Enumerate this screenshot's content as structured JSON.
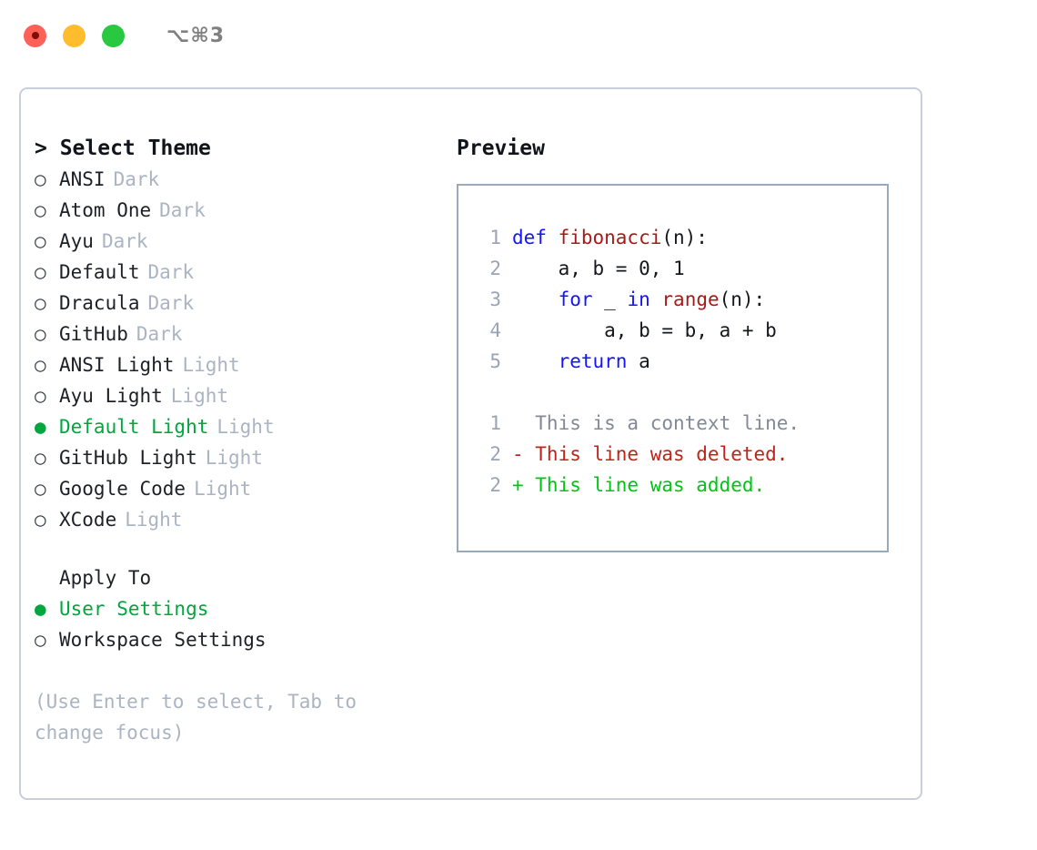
{
  "titlebar": {
    "shortcut": "⌥⌘3",
    "buttons": [
      "close",
      "minimize",
      "maximize"
    ]
  },
  "theme_picker": {
    "header": "> Select Theme",
    "items": [
      {
        "marker": "○",
        "label": "ANSI",
        "tag": "Dark",
        "selected": false
      },
      {
        "marker": "○",
        "label": "Atom One",
        "tag": "Dark",
        "selected": false
      },
      {
        "marker": "○",
        "label": "Ayu",
        "tag": "Dark",
        "selected": false
      },
      {
        "marker": "○",
        "label": "Default",
        "tag": "Dark",
        "selected": false
      },
      {
        "marker": "○",
        "label": "Dracula",
        "tag": "Dark",
        "selected": false
      },
      {
        "marker": "○",
        "label": "GitHub",
        "tag": "Dark",
        "selected": false
      },
      {
        "marker": "○",
        "label": "ANSI Light",
        "tag": "Light",
        "selected": false
      },
      {
        "marker": "○",
        "label": "Ayu Light",
        "tag": "Light",
        "selected": false
      },
      {
        "marker": "●",
        "label": "Default Light",
        "tag": "Light",
        "selected": true
      },
      {
        "marker": "○",
        "label": "GitHub Light",
        "tag": "Light",
        "selected": false
      },
      {
        "marker": "○",
        "label": "Google Code",
        "tag": "Light",
        "selected": false
      },
      {
        "marker": "○",
        "label": "XCode",
        "tag": "Light",
        "selected": false
      }
    ]
  },
  "apply_to": {
    "header": "Apply To",
    "items": [
      {
        "marker": "●",
        "label": "User Settings",
        "selected": true
      },
      {
        "marker": "○",
        "label": "Workspace Settings",
        "selected": false
      }
    ]
  },
  "hint": "(Use Enter to select, Tab to change focus)",
  "preview": {
    "title": "Preview",
    "code": [
      {
        "no": "1",
        "tokens": [
          {
            "t": "def ",
            "c": "kw"
          },
          {
            "t": "fibonacci",
            "c": "fn"
          },
          {
            "t": "(n):",
            "c": "plain"
          }
        ]
      },
      {
        "no": "2",
        "tokens": [
          {
            "t": "    a, b = 0, 1",
            "c": "plain"
          }
        ]
      },
      {
        "no": "3",
        "tokens": [
          {
            "t": "    ",
            "c": "plain"
          },
          {
            "t": "for",
            "c": "kw"
          },
          {
            "t": " _ ",
            "c": "plain"
          },
          {
            "t": "in",
            "c": "kw"
          },
          {
            "t": " ",
            "c": "plain"
          },
          {
            "t": "range",
            "c": "fn"
          },
          {
            "t": "(n):",
            "c": "plain"
          }
        ]
      },
      {
        "no": "4",
        "tokens": [
          {
            "t": "        a, b = b, a + b",
            "c": "plain"
          }
        ]
      },
      {
        "no": "5",
        "tokens": [
          {
            "t": "    ",
            "c": "plain"
          },
          {
            "t": "return",
            "c": "kw"
          },
          {
            "t": " a",
            "c": "plain"
          }
        ]
      }
    ],
    "diff": [
      {
        "no": "1",
        "kind": "ctx",
        "text": "  This is a context line."
      },
      {
        "no": "2",
        "kind": "del",
        "text": "- This line was deleted."
      },
      {
        "no": "2",
        "kind": "add",
        "text": "+ This line was added."
      }
    ]
  },
  "colors": {
    "accent_green": "#00a63e",
    "keyword_blue": "#1414ff",
    "function_red": "#a81a1a",
    "diff_delete": "#c0231a",
    "diff_add": "#00c514",
    "muted": "#aab4c2",
    "border": "#9aa8bb"
  }
}
